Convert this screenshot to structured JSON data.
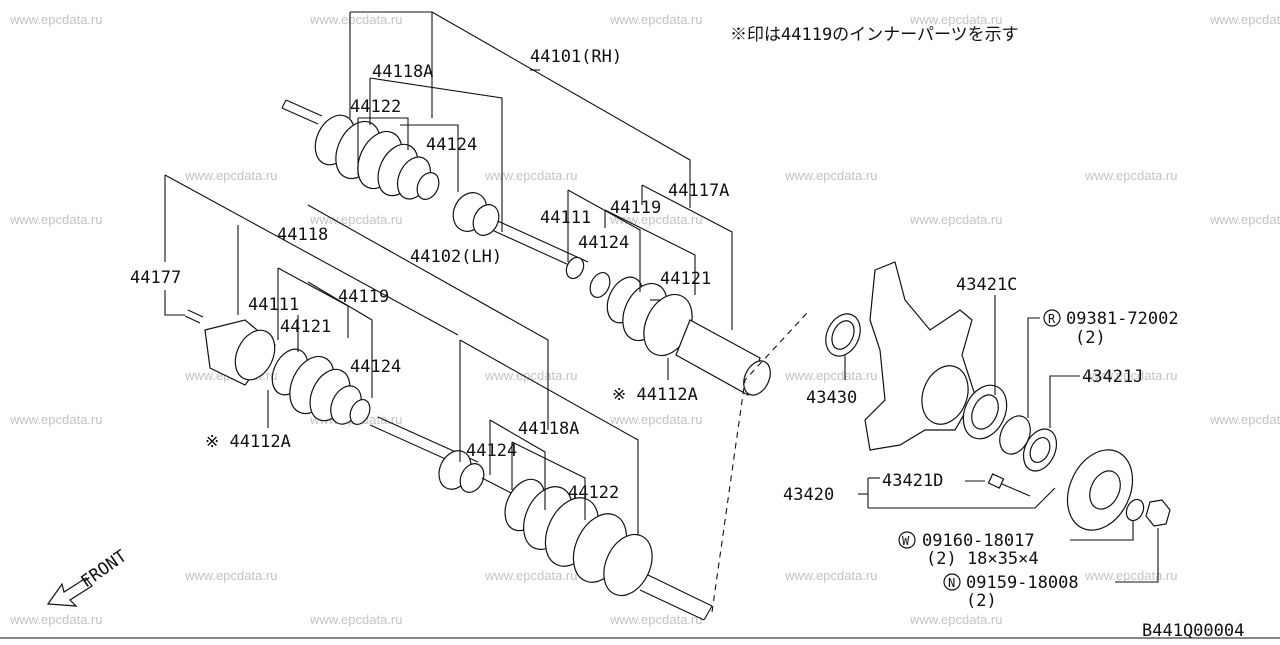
{
  "note": "※印は44119のインナーパーツを示す",
  "front": "FRONT",
  "diagram_code": "B441Q00004",
  "watermark": "www.epcdata.ru",
  "labels": {
    "p44101": "44101(RH)",
    "p44118A_top": "44118A",
    "p44122_top": "44122",
    "p44124_top": "44124",
    "p44117A": "44117A",
    "p44119_right": "44119",
    "p44111_right": "44111",
    "p44124_right": "44124",
    "p44121_right": "44121",
    "p44112A_right": "※ 44112A",
    "p44118": "44118",
    "p44102": "44102(LH)",
    "p44177": "44177",
    "p44111_left": "44111",
    "p44119_left": "44119",
    "p44121_left": "44121",
    "p44124_left": "44124",
    "p44112A_left": "※ 44112A",
    "p44118A_bottom": "44118A",
    "p44124_bottom": "44124",
    "p44122_bottom": "44122",
    "p43421C": "43421C",
    "p09381": "09381-72002",
    "p09381_qty": "(2)",
    "p43421J": "43421J",
    "p43430": "43430",
    "p43421D": "43421D",
    "p43420": "43420",
    "p09160": "09160-18017",
    "p09160_spec": "(2) 18×35×4",
    "p09159": "09159-18008",
    "p09159_qty": "(2)"
  },
  "markers": {
    "R": "R",
    "W": "W",
    "N": "N"
  }
}
